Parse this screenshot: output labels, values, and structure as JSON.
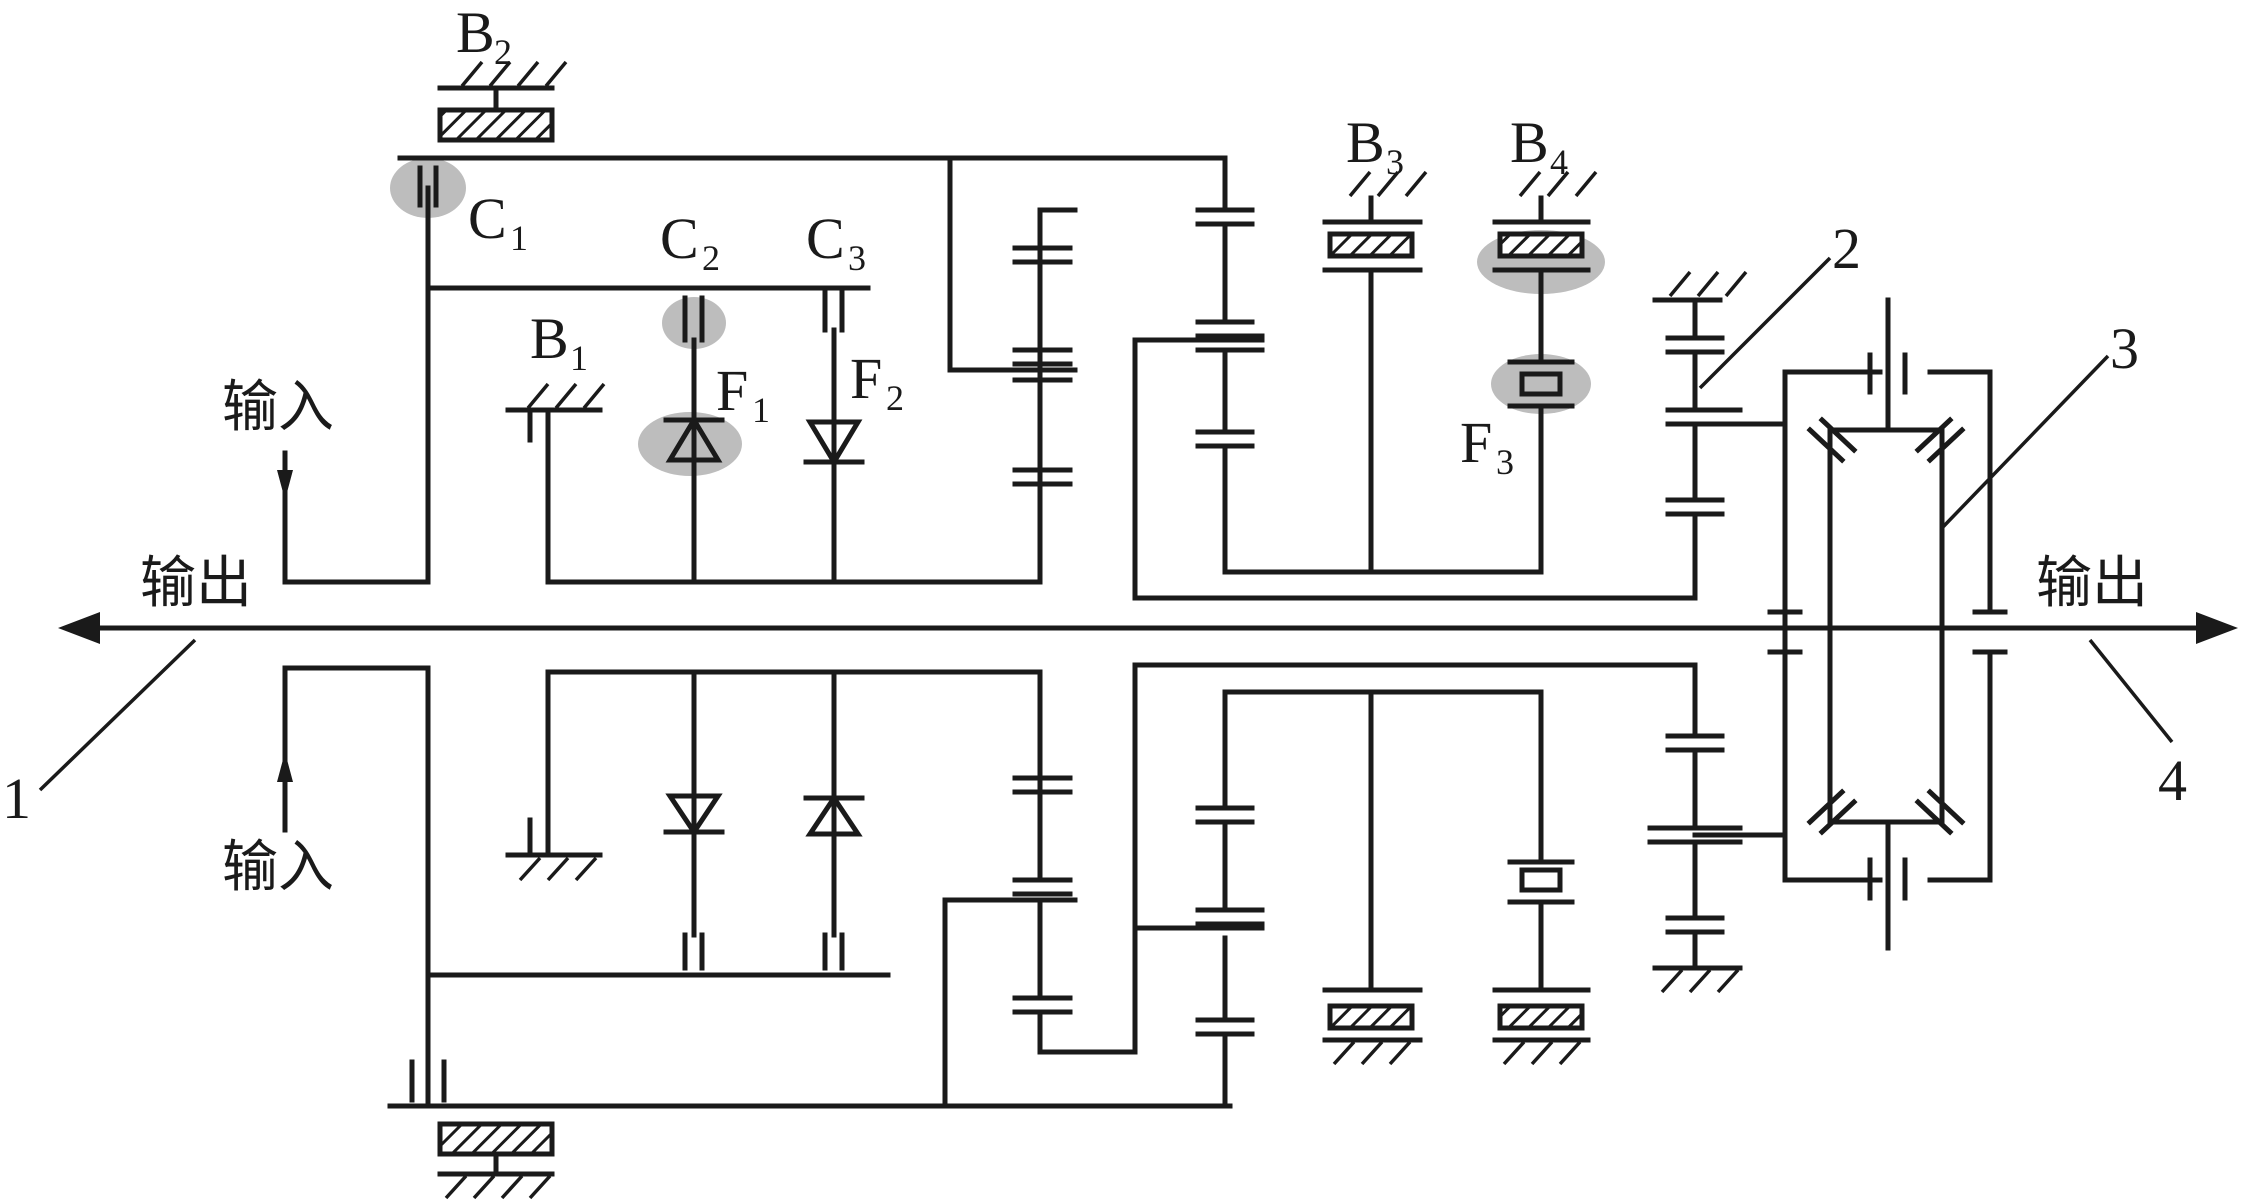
{
  "labels": {
    "b1": {
      "main": "B",
      "sub": "1"
    },
    "b2": {
      "main": "B",
      "sub": "2"
    },
    "b3": {
      "main": "B",
      "sub": "3"
    },
    "b4": {
      "main": "B",
      "sub": "4"
    },
    "c1": {
      "main": "C",
      "sub": "1"
    },
    "c2": {
      "main": "C",
      "sub": "2"
    },
    "c3": {
      "main": "C",
      "sub": "3"
    },
    "f1": {
      "main": "F",
      "sub": "1"
    },
    "f2": {
      "main": "F",
      "sub": "2"
    },
    "f3": {
      "main": "F",
      "sub": "3"
    }
  },
  "io": {
    "input_top": "输入",
    "input_bottom": "输入",
    "output_left": "输出",
    "output_right": "输出"
  },
  "callouts": {
    "n1": "1",
    "n2": "2",
    "n3": "3",
    "n4": "4"
  },
  "colors": {
    "line": "#1a1a1a",
    "highlight": "#bdbdbd"
  }
}
